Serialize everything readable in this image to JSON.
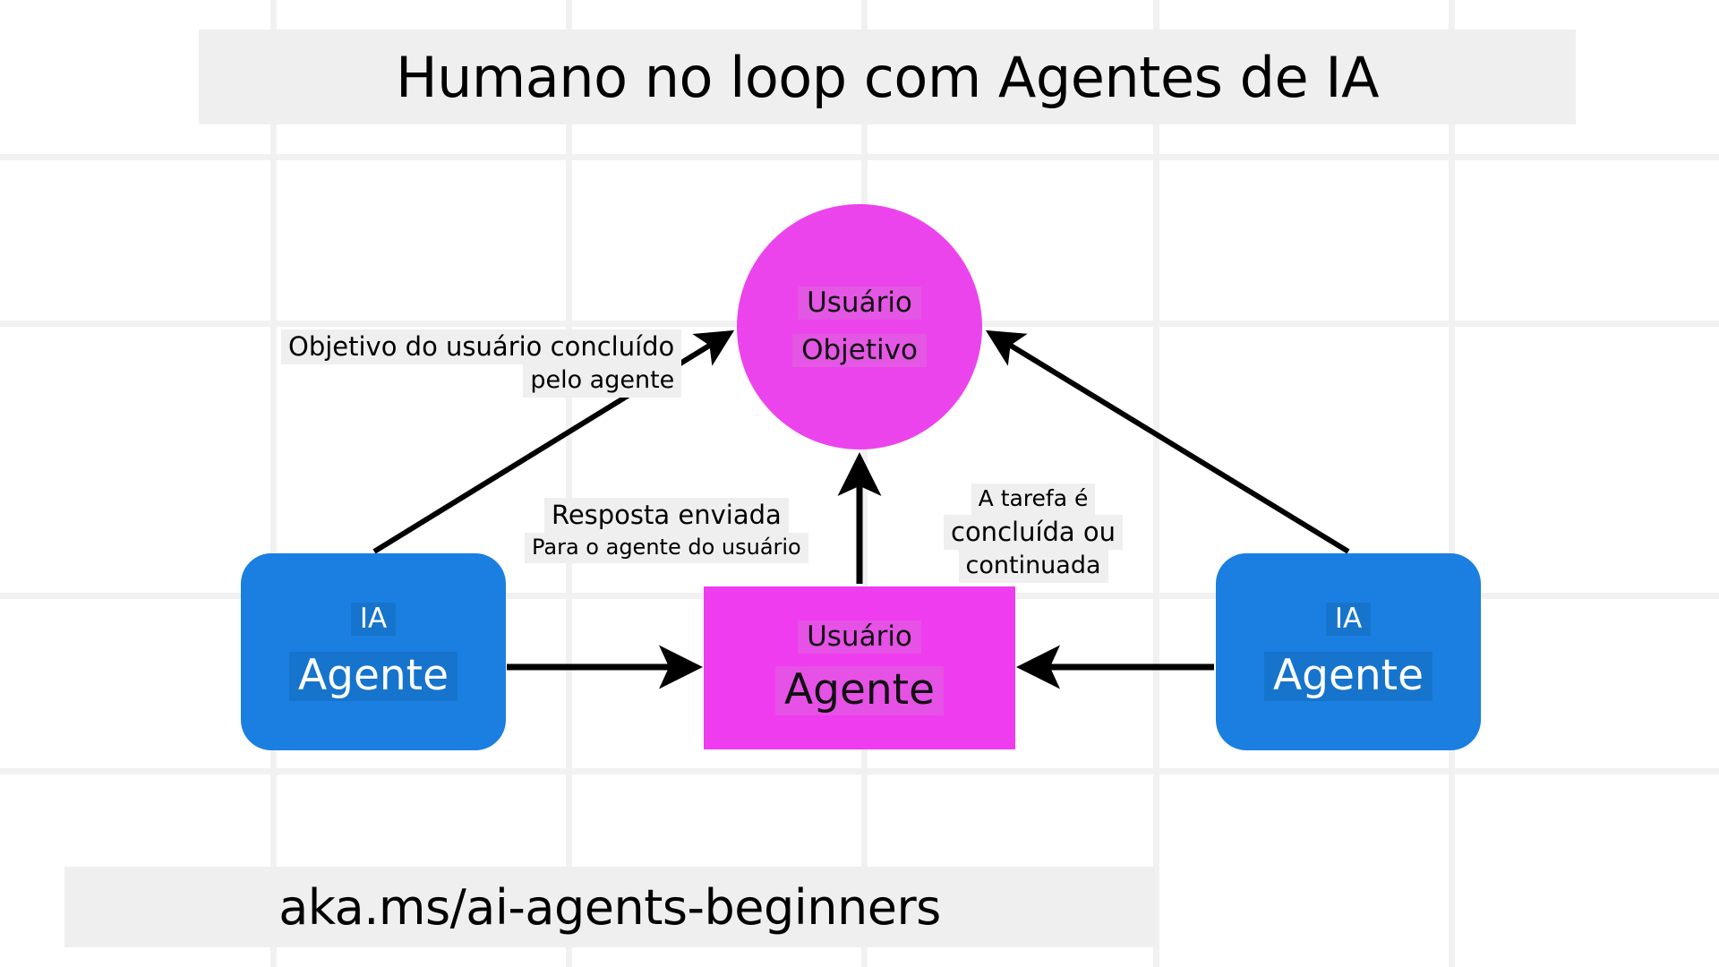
{
  "title": "Humano no loop com Agentes de IA",
  "footer": "aka.ms/ai-agents-beginners",
  "colors": {
    "magenta_circle": "#ec44ec",
    "magenta_box": "#ef3cef",
    "blue_node": "#1a7fe0",
    "grid_line": "#f1f1f1",
    "banner_bg": "#efefef",
    "arrow": "#000000"
  },
  "nodes": {
    "user_goal": {
      "line1": "Usuário",
      "line2": "Objetivo",
      "shape": "circle"
    },
    "user_agent": {
      "line1": "Usuário",
      "line2": "Agente",
      "shape": "rectangle"
    },
    "ai_agent_left": {
      "line1": "IA",
      "line2": "Agente",
      "shape": "rounded-rectangle"
    },
    "ai_agent_right": {
      "line1": "IA",
      "line2": "Agente",
      "shape": "rounded-rectangle"
    }
  },
  "edge_labels": {
    "goal_completed": {
      "line1": "Objetivo do usuário concluído",
      "line2": "pelo agente"
    },
    "response_sent": {
      "line1": "Resposta enviada",
      "line2": "Para o agente do usuário"
    },
    "task_status": {
      "line1": "A tarefa é",
      "line2": "concluída ou",
      "line3": "continuada"
    }
  }
}
